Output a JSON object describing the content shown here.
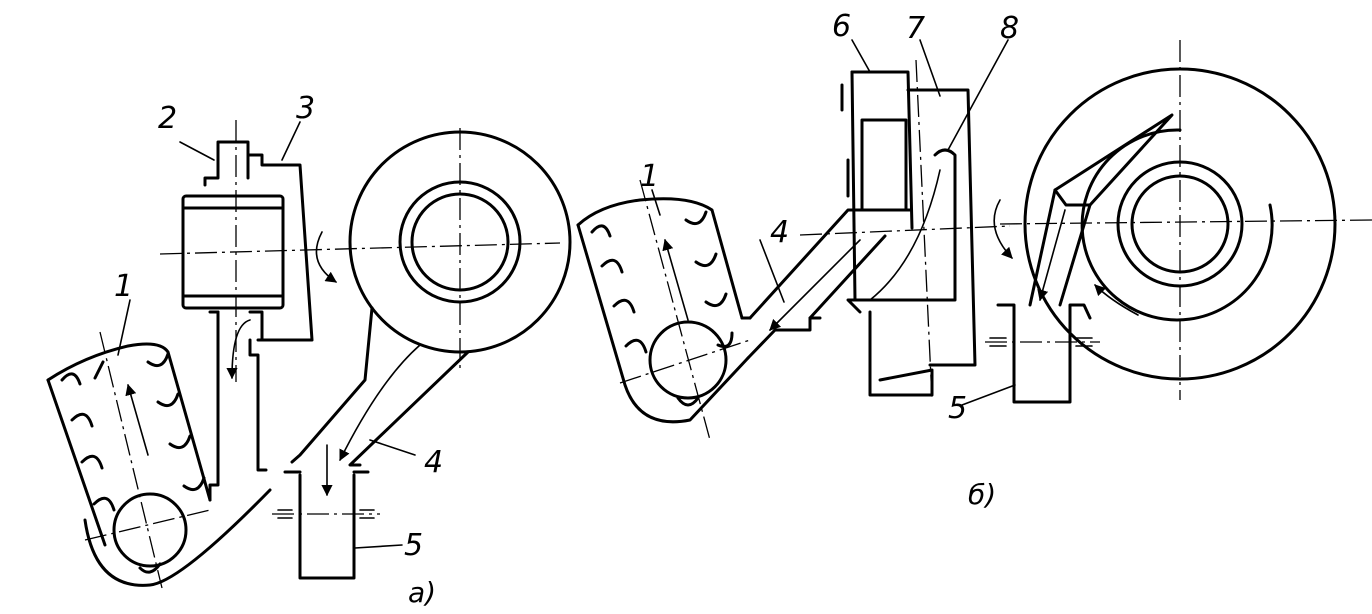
{
  "variant_a": {
    "caption": "а)",
    "labels": {
      "elevator": "1",
      "motor": "2",
      "housing": "3",
      "duct": "4",
      "pipe": "5"
    }
  },
  "variant_b": {
    "caption": "б)",
    "labels": {
      "elevator": "1",
      "duct": "4",
      "pipe": "5",
      "part6": "6",
      "part7": "7",
      "part8": "8"
    }
  }
}
